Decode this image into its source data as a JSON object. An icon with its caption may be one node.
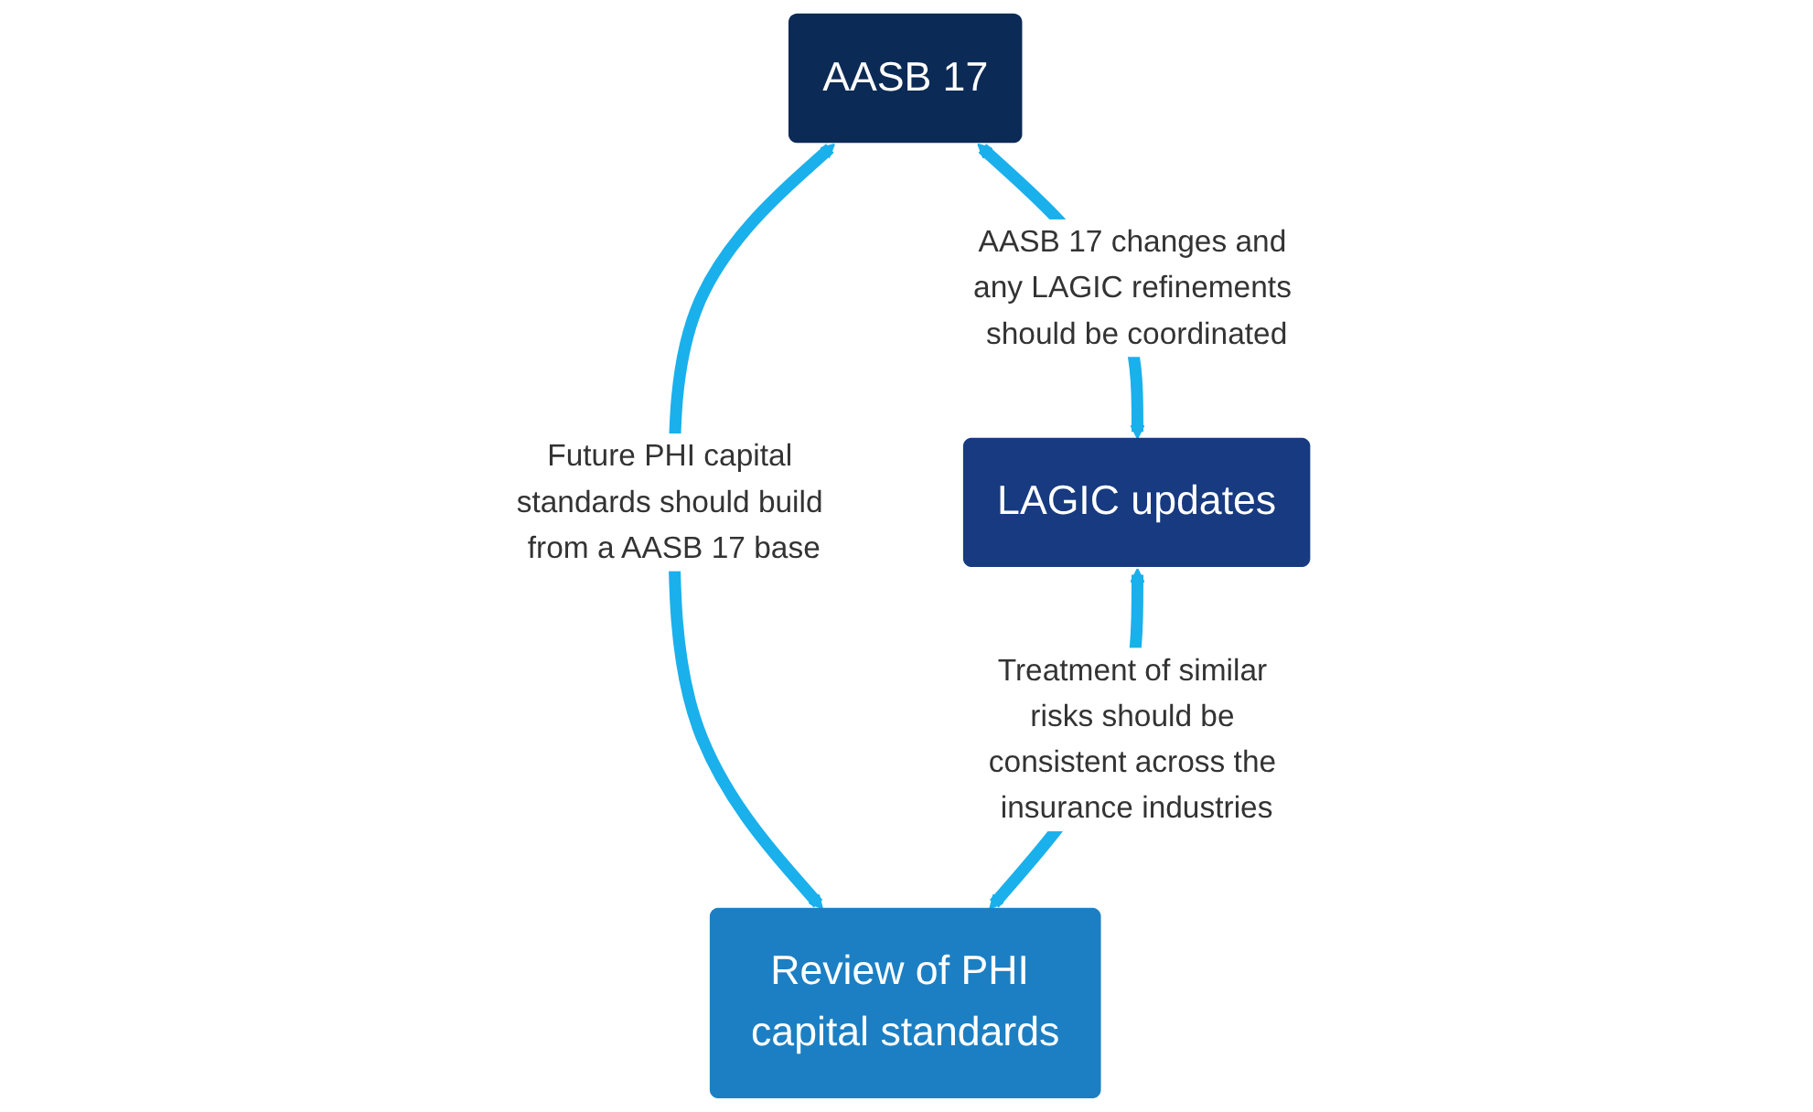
{
  "diagram": {
    "nodes": [
      {
        "text": [
          "AASB 17"
        ]
      },
      {
        "text": [
          "LAGIC updates"
        ]
      },
      {
        "text": [
          "Review of PHI capital standards"
        ]
      }
    ],
    "edges": [
      {
        "from": 0,
        "to": 1,
        "arrow": "both",
        "label": "AASB 17 changes and any LAGIC refinements should be coordinated"
      },
      {
        "from": 0,
        "to": 2,
        "arrow": "both",
        "label": "Future PHI capital standards should build from a AASB 17 base"
      },
      {
        "from": 1,
        "to": 2,
        "arrow": "both",
        "label": "Treatment of similar risks should be consistent across the insurance industries"
      }
    ]
  }
}
